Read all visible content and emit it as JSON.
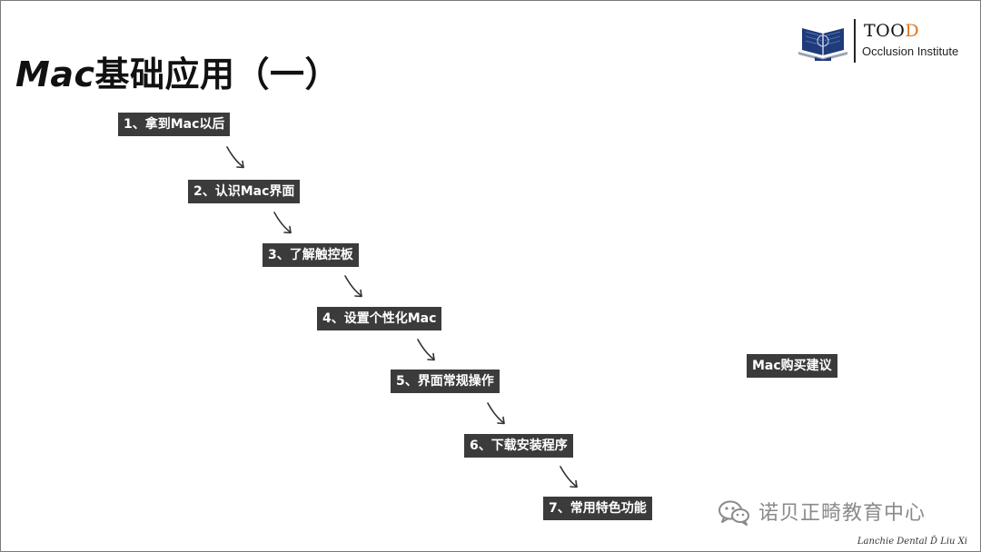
{
  "slide": {
    "title_part1": "Mac",
    "title_part2": "基础应用（一）"
  },
  "logo": {
    "name_part1": "TOO",
    "name_part2": "D",
    "subtitle": "Occlusion Institute",
    "accent_color": "#e0761e"
  },
  "steps": [
    {
      "label": "1、拿到Mac以后"
    },
    {
      "label": "2、认识Mac界面"
    },
    {
      "label": "3、了解触控板"
    },
    {
      "label": "4、设置个性化Mac"
    },
    {
      "label": "5、界面常规操作"
    },
    {
      "label": "6、下载安装程序"
    },
    {
      "label": "7、常用特色功能"
    }
  ],
  "side_tag": {
    "label": "Mac购买建议"
  },
  "watermark": {
    "text": "诺贝正畸教育中心",
    "icon": "wechat-icon"
  },
  "signature": {
    "text": "Lanchie Dental Ď Liu Xi"
  },
  "colors": {
    "step_bg": "#3b3b3b",
    "step_text": "#ffffff",
    "watermark": "#8a8a8a"
  }
}
